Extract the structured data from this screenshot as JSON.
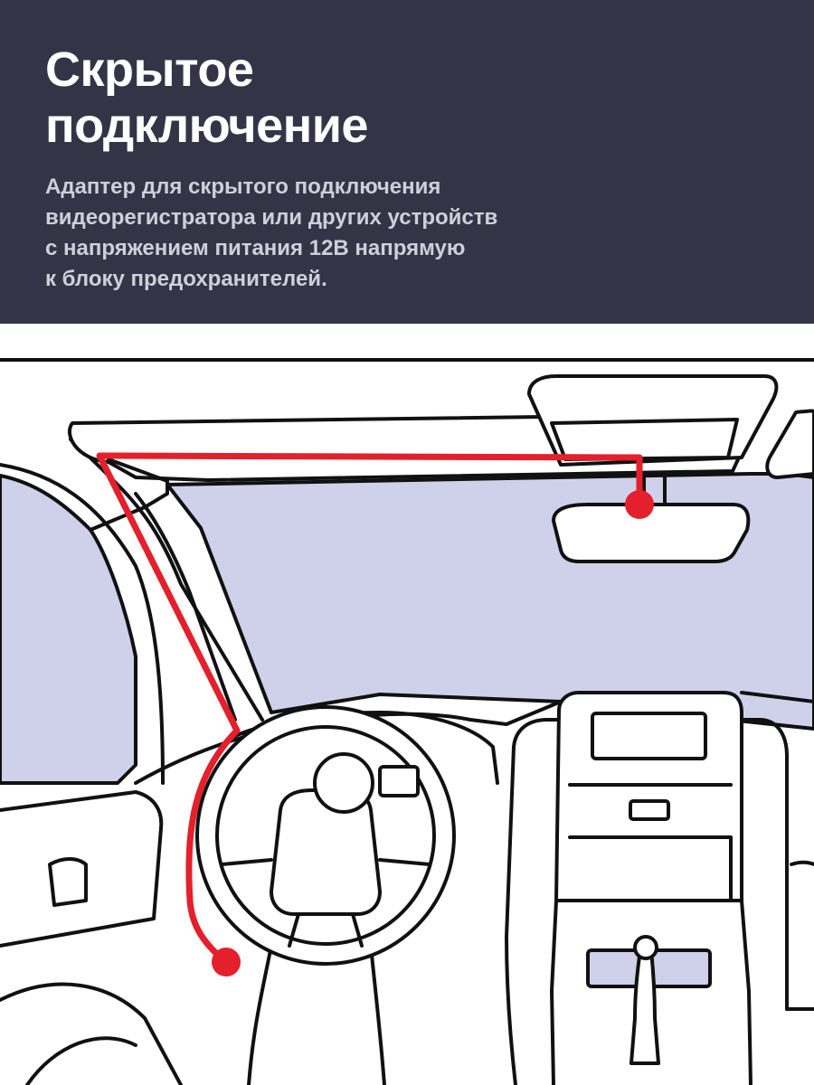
{
  "header": {
    "title_lines": [
      "Скрытое",
      "подключение"
    ],
    "description_lines": [
      "Адаптер для скрытого подключения",
      "видеорегистратора или других устройств",
      "с напряжением питания 12В напрямую",
      "к блоку предохранителей."
    ]
  },
  "colors": {
    "header_background": "#353447",
    "title_text": "#ffffff",
    "description_text": "#cfcfda",
    "window_glass": "#cfd1ea",
    "outline": "#111111",
    "cable": "#e3202b"
  },
  "illustration": {
    "icons": [
      "windshield-icon",
      "rearview-mirror-icon",
      "steering-wheel-icon",
      "center-console-icon",
      "gear-shifter-icon",
      "seat-icon",
      "hidden-cable-icon"
    ]
  }
}
